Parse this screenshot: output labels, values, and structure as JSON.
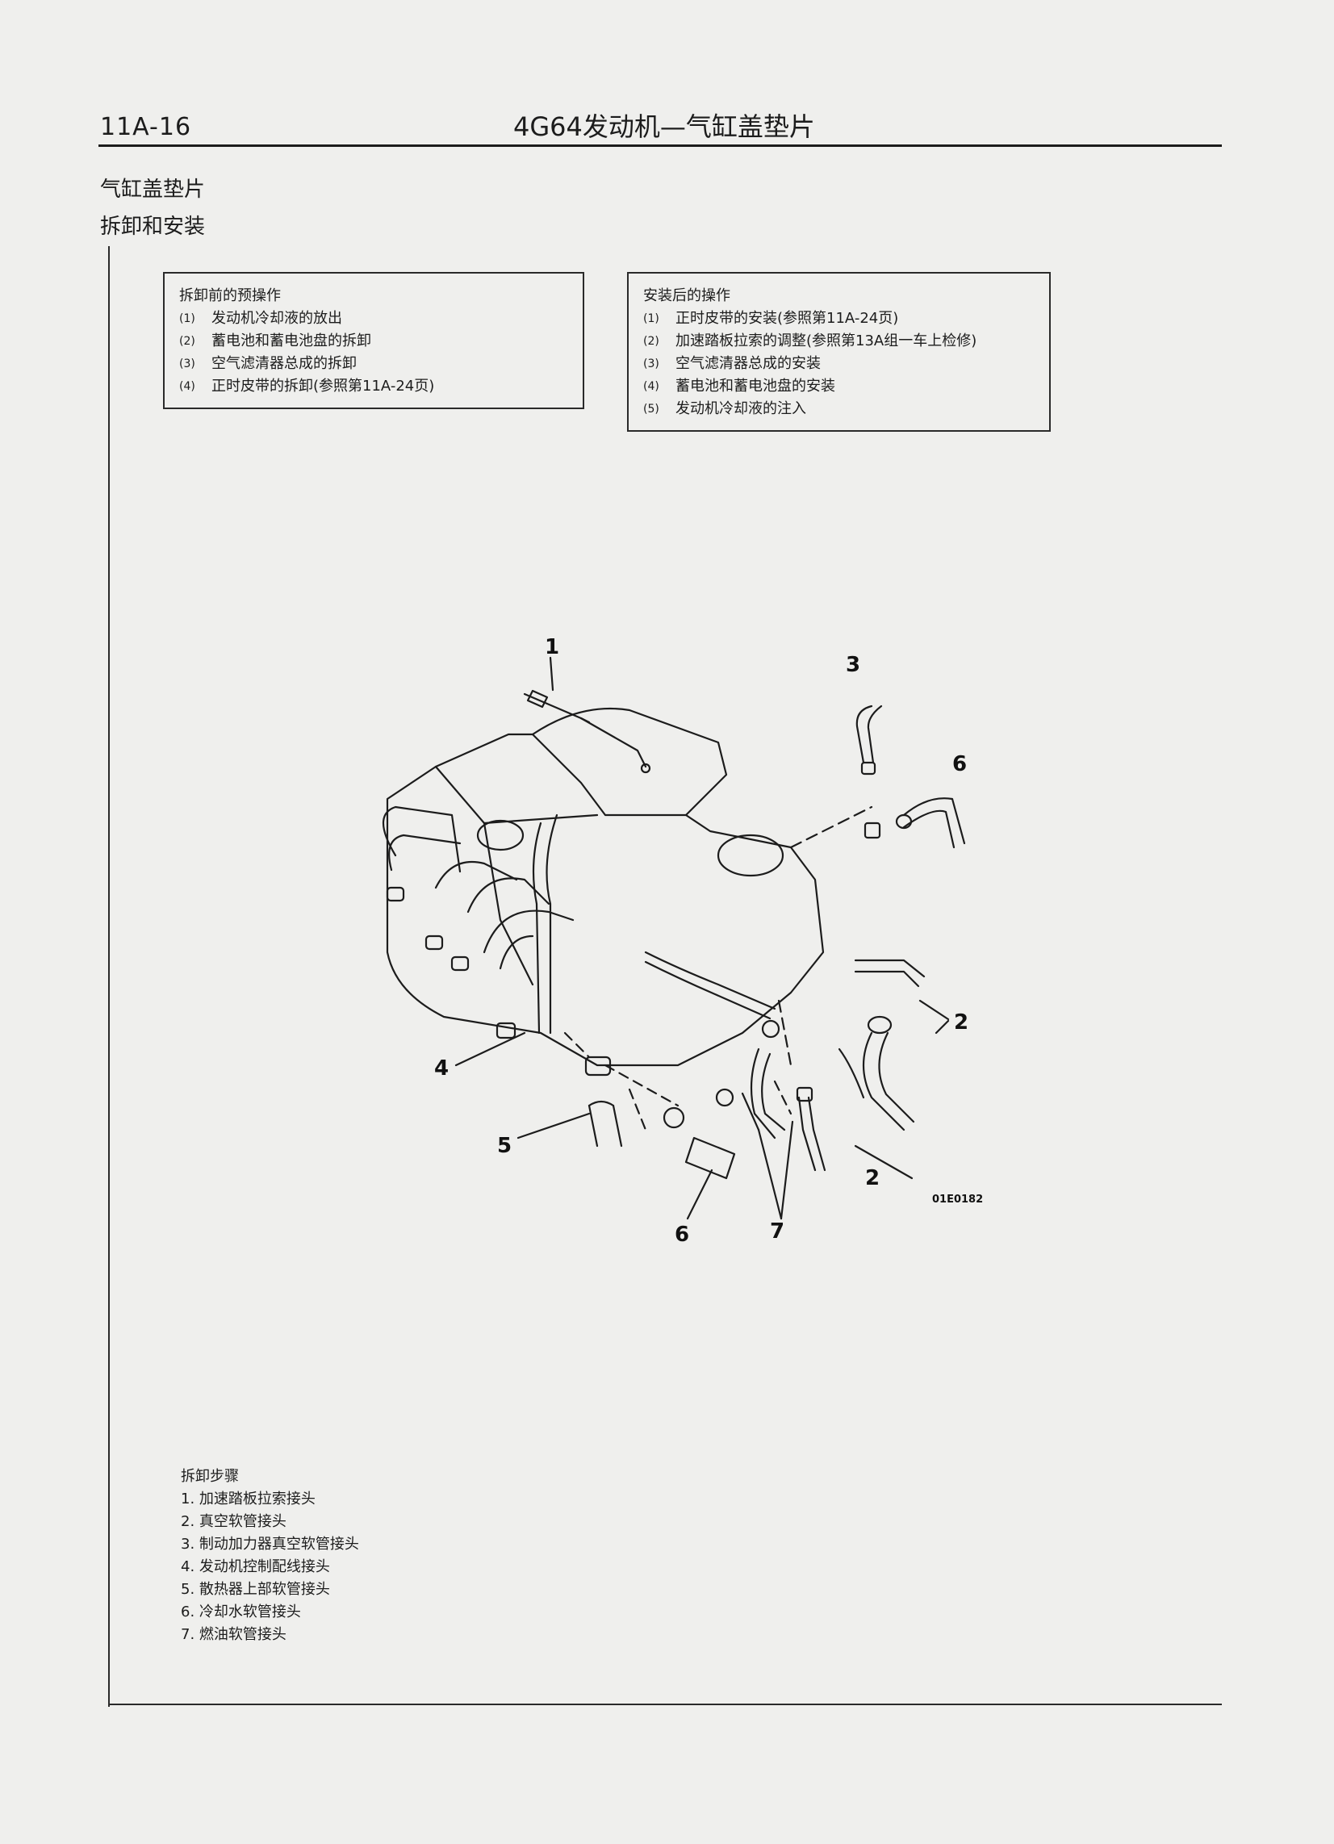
{
  "header": {
    "page_number": "11A-16",
    "title": "4G64发动机—气缸盖垫片"
  },
  "section": {
    "title": "气缸盖垫片",
    "subtitle": "拆卸和安装"
  },
  "pre_ops": {
    "title": "拆卸前的预操作",
    "items": [
      {
        "num": "(1)",
        "text": "发动机冷却液的放出"
      },
      {
        "num": "(2)",
        "text": "蓄电池和蓄电池盘的拆卸"
      },
      {
        "num": "(3)",
        "text": "空气滤清器总成的拆卸"
      },
      {
        "num": "(4)",
        "text": "正时皮带的拆卸(参照第11A-24页)"
      }
    ]
  },
  "post_ops": {
    "title": "安装后的操作",
    "items": [
      {
        "num": "(1)",
        "text": "正时皮带的安装(参照第11A-24页)"
      },
      {
        "num": "(2)",
        "text": "加速踏板拉索的调整(参照第13A组一车上检修)"
      },
      {
        "num": "(3)",
        "text": "空气滤清器总成的安装"
      },
      {
        "num": "(4)",
        "text": "蓄电池和蓄电池盘的安装"
      },
      {
        "num": "(5)",
        "text": "发动机冷却液的注入"
      }
    ]
  },
  "diagram": {
    "callouts": [
      "1",
      "3",
      "6",
      "2",
      "4",
      "5",
      "6",
      "7",
      "2"
    ],
    "code": "01E0182"
  },
  "steps": {
    "title": "拆卸步骤",
    "items": [
      "1. 加速踏板拉索接头",
      "2. 真空软管接头",
      "3. 制动加力器真空软管接头",
      "4. 发动机控制配线接头",
      "5. 散热器上部软管接头",
      "6. 冷却水软管接头",
      "7. 燃油软管接头"
    ]
  }
}
